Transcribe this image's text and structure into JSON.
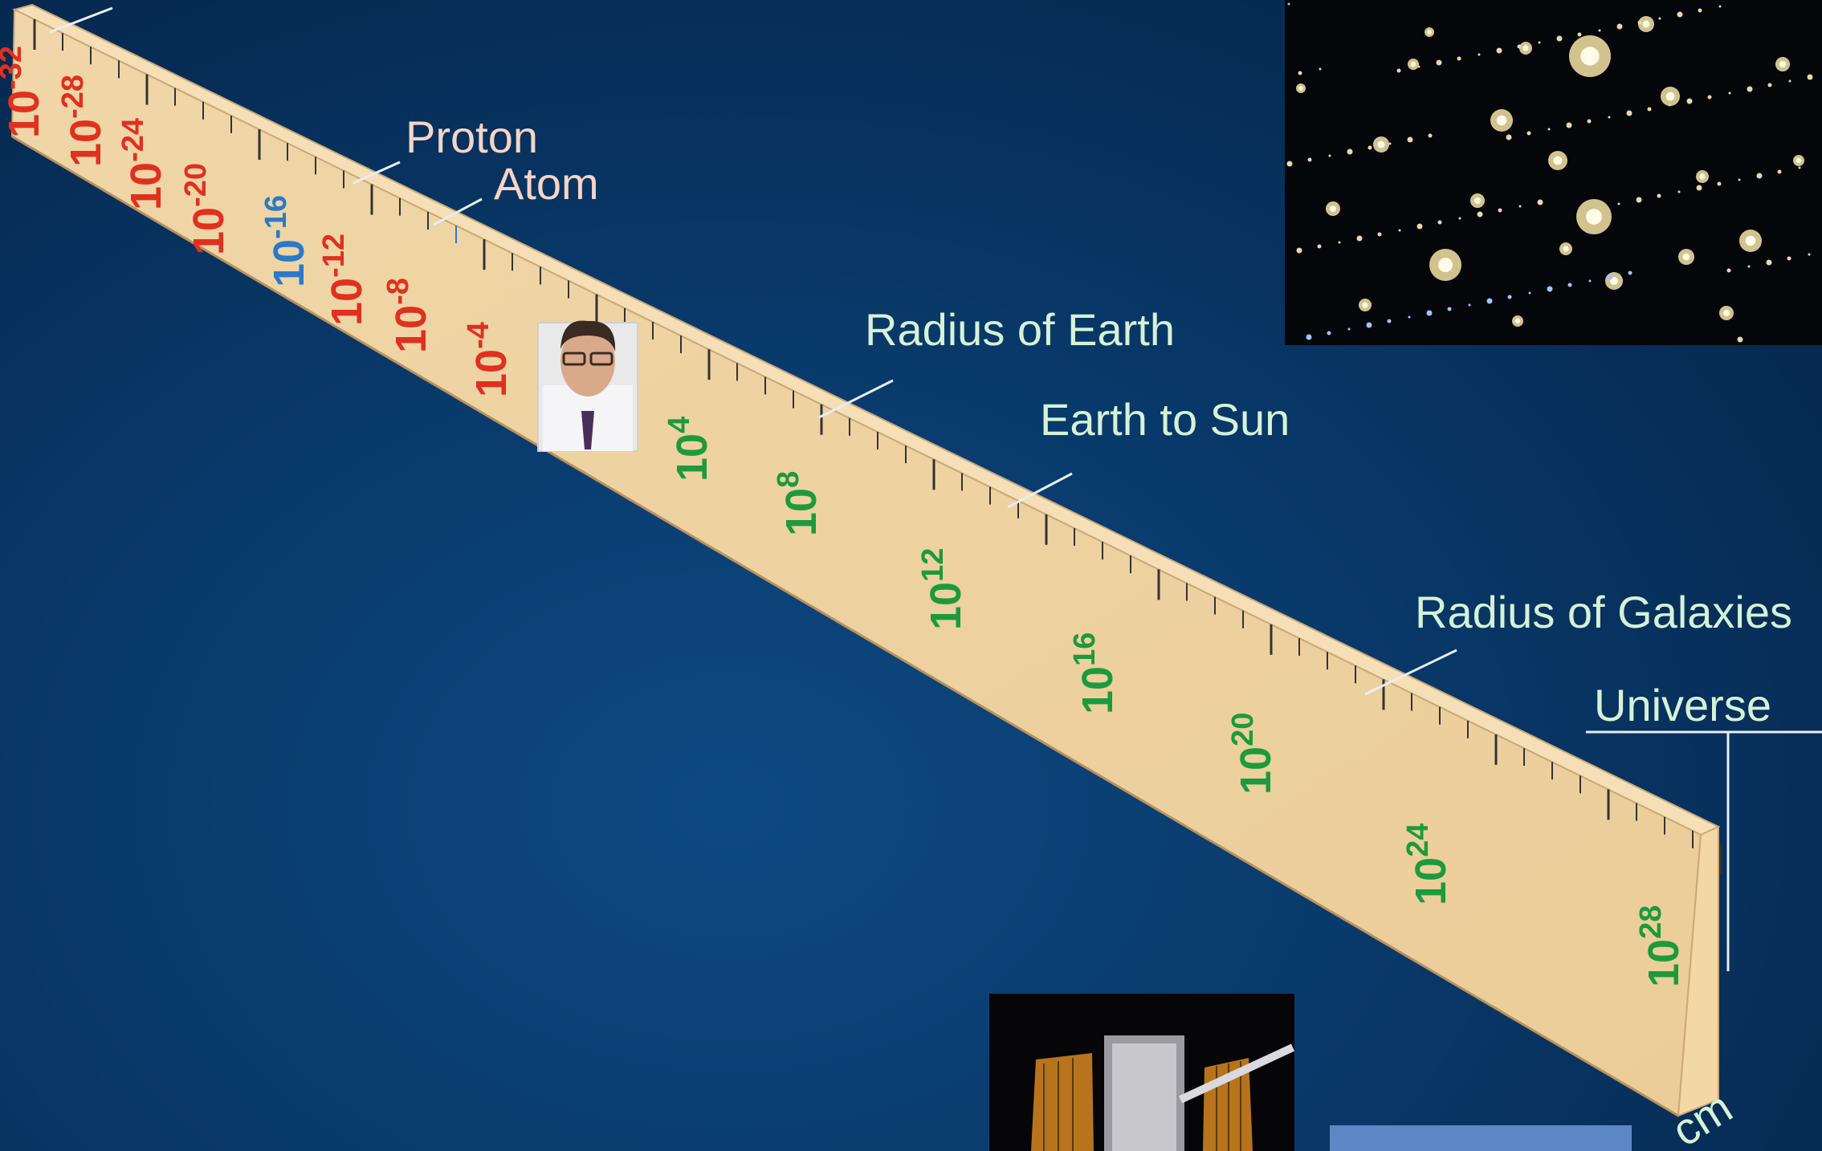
{
  "labels": {
    "proton": "Proton",
    "atom": "Atom",
    "radius_earth": "Radius of Earth",
    "earth_sun": "Earth to Sun",
    "radius_galaxies": "Radius of Galaxies",
    "universe": "Universe",
    "unit": "cm"
  },
  "ruler": {
    "exponents_red": [
      "-32",
      "-28",
      "-24",
      "-20",
      "-12",
      "-8",
      "-4"
    ],
    "exponent_blue": "-16",
    "exponents_green": [
      "4",
      "8",
      "12",
      "16",
      "20",
      "24",
      "28"
    ],
    "base": "10"
  },
  "colors": {
    "ruler_face": "#efd3a4",
    "ruler_top": "#f4dcb1",
    "red": "#e0301e",
    "blue": "#2a7ac8",
    "green": "#1c9a3c",
    "label_pink": "#f6d4c6",
    "label_green": "#d6f2d6"
  },
  "images": [
    "galaxy-cluster-photo",
    "person-portrait-photo",
    "space-telescope-photo",
    "sky-photo"
  ]
}
